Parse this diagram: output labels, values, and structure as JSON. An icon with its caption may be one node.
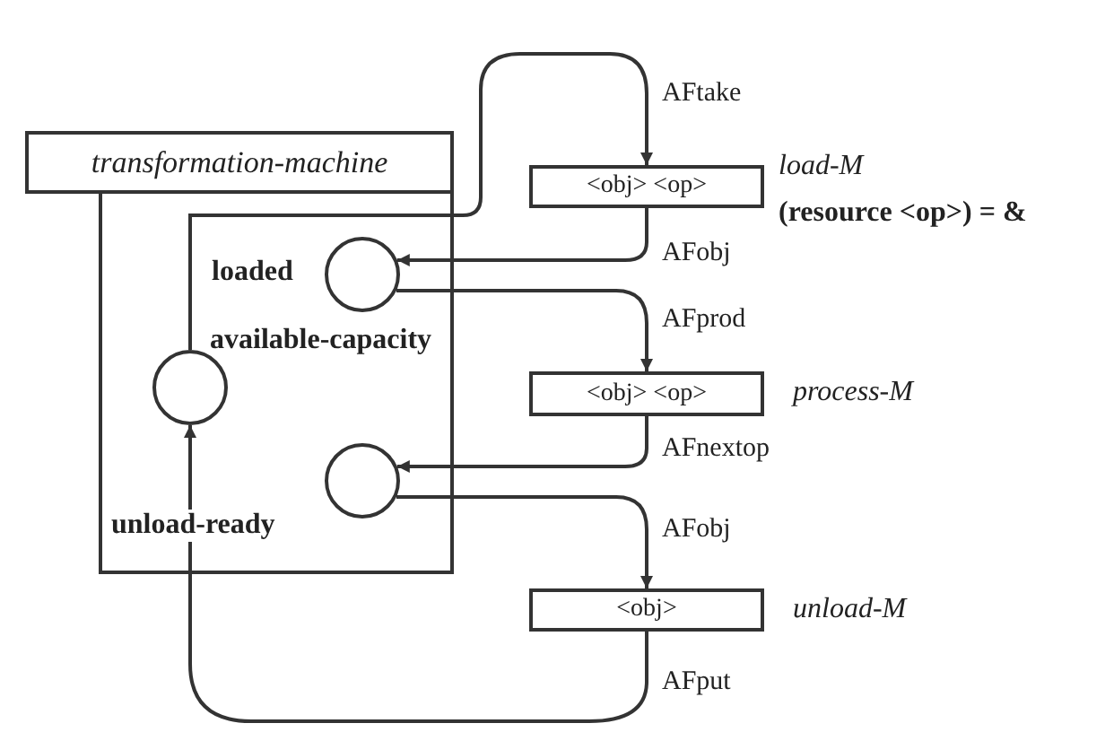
{
  "diagram": {
    "nodes": [
      {
        "text": [
          "transformation-machine"
        ]
      },
      {
        "text": [],
        "shape": "box"
      },
      {
        "text": [],
        "shape": "circle",
        "in": 1,
        "beside": [
          "loaded"
        ]
      },
      {
        "text": [],
        "shape": "circle",
        "in": 1,
        "beside": [
          "available-capacity"
        ]
      },
      {
        "text": [],
        "shape": "circle",
        "in": 1,
        "beside": [
          "unload-ready"
        ]
      },
      {
        "text": [
          "<obj> <op>"
        ],
        "beside": [
          "load-M",
          "(resource <op>) = &"
        ]
      },
      {
        "text": [
          "<obj> <op>"
        ],
        "beside": [
          "process-M"
        ]
      },
      {
        "text": [
          "<obj>"
        ],
        "beside": [
          "unload-M"
        ]
      }
    ],
    "edges": [
      {
        "from": 3,
        "to": 5,
        "arrow": "to",
        "label": "AFtake"
      },
      {
        "from": 5,
        "to": 2,
        "arrow": "to",
        "label": "AFobj"
      },
      {
        "from": 2,
        "to": 6,
        "arrow": "to",
        "label": "AFprod"
      },
      {
        "from": 6,
        "to": 4,
        "arrow": "to",
        "label": "AFnextop"
      },
      {
        "from": 4,
        "to": 7,
        "arrow": "to",
        "label": "AFobj"
      },
      {
        "from": 7,
        "to": 3,
        "arrow": "to",
        "label": "AFput"
      }
    ]
  }
}
